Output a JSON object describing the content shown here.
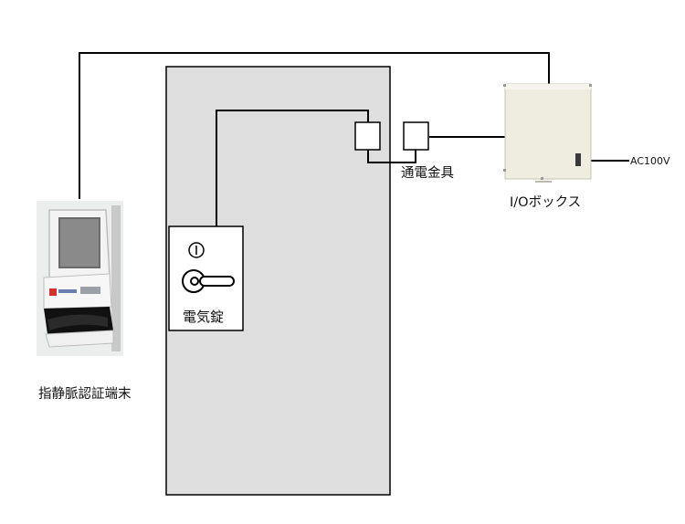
{
  "labels": {
    "terminal": "指静脈認証端末",
    "strike": "通電金具",
    "io_box": "I/Oボックス",
    "power": "AC100V",
    "lock": "電気錠"
  },
  "colors": {
    "door_fill": "#dedede",
    "box_fill": "#efece0",
    "line": "#000000"
  },
  "icons": {
    "lock_symbol": "power-circle-icon",
    "lever_handle": "door-lever-icon",
    "terminal_device": "fingerprint-vein-terminal-icon"
  }
}
